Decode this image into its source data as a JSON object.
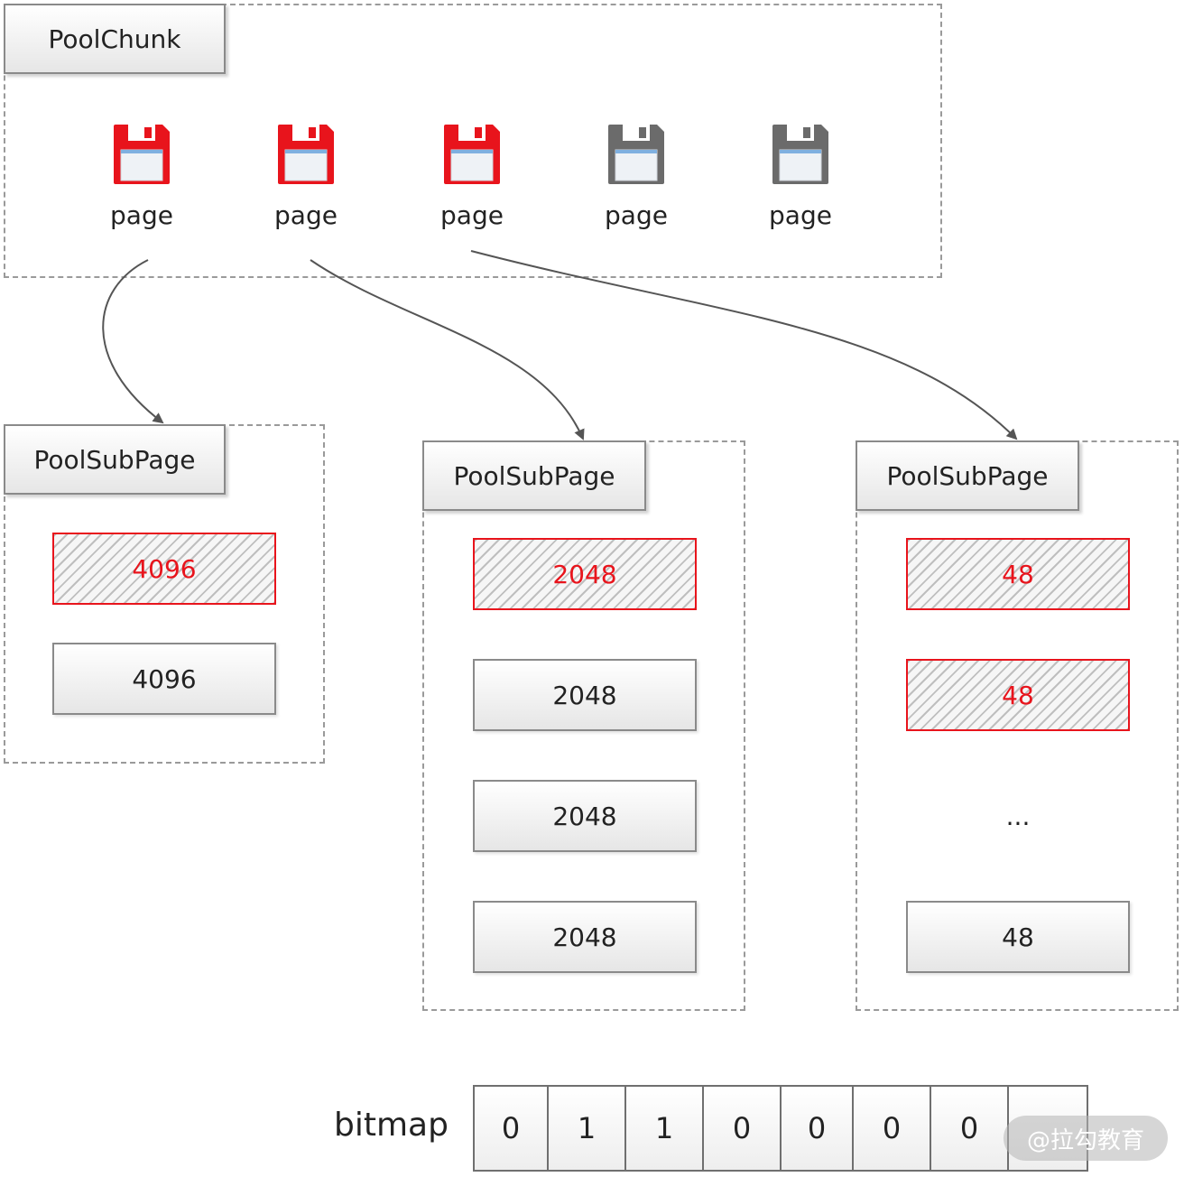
{
  "chunk": {
    "title": "PoolChunk",
    "pages": [
      {
        "label": "page",
        "state": "used",
        "icon": "floppy-disk-icon",
        "color": "#e8141c"
      },
      {
        "label": "page",
        "state": "used",
        "icon": "floppy-disk-icon",
        "color": "#e8141c"
      },
      {
        "label": "page",
        "state": "used",
        "icon": "floppy-disk-icon",
        "color": "#e8141c"
      },
      {
        "label": "page",
        "state": "free",
        "icon": "floppy-disk-icon",
        "color": "#6b6b6b"
      },
      {
        "label": "page",
        "state": "free",
        "icon": "floppy-disk-icon",
        "color": "#6b6b6b"
      }
    ]
  },
  "subpages": [
    {
      "title": "PoolSubPage",
      "cells": [
        {
          "value": "4096",
          "state": "used"
        },
        {
          "value": "4096",
          "state": "free"
        }
      ]
    },
    {
      "title": "PoolSubPage",
      "cells": [
        {
          "value": "2048",
          "state": "used"
        },
        {
          "value": "2048",
          "state": "free"
        },
        {
          "value": "2048",
          "state": "free"
        },
        {
          "value": "2048",
          "state": "free"
        }
      ]
    },
    {
      "title": "PoolSubPage",
      "cells": [
        {
          "value": "48",
          "state": "used"
        },
        {
          "value": "48",
          "state": "used"
        },
        {
          "value": "...",
          "state": "ellipsis"
        },
        {
          "value": "48",
          "state": "free"
        }
      ]
    }
  ],
  "bitmap": {
    "label": "bitmap",
    "bits": [
      "0",
      "1",
      "1",
      "0",
      "0",
      "0",
      "0",
      ""
    ]
  },
  "watermark": "@拉勾教育",
  "colors": {
    "used": "#e8141c",
    "border": "#8a8a8a",
    "arrow": "#555555"
  }
}
